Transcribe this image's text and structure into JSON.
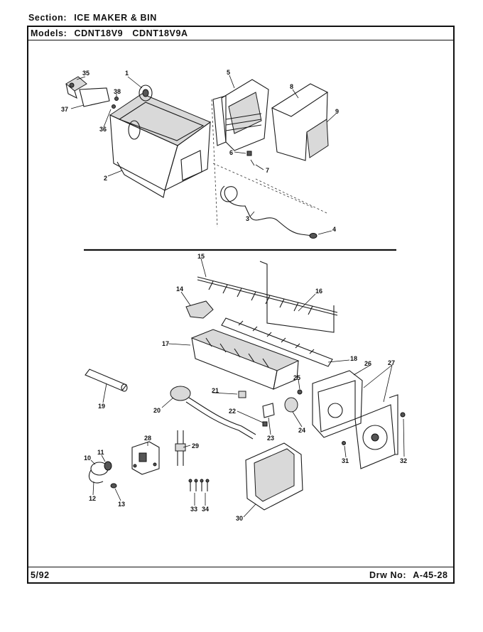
{
  "header": {
    "section_label": "Section:",
    "section_value": "ICE MAKER & BIN",
    "models_label": "Models:",
    "models": [
      "CDNT18V9",
      "CDNT18V9A"
    ]
  },
  "footer": {
    "date": "5/92",
    "drawing_label": "Drw No:",
    "drawing_number": "A-45-28"
  },
  "callouts": [
    "35",
    "1",
    "38",
    "37",
    "36",
    "2",
    "5",
    "8",
    "9",
    "6",
    "7",
    "3",
    "4",
    "15",
    "14",
    "16",
    "17",
    "18",
    "19",
    "21",
    "20",
    "22",
    "23",
    "25",
    "24",
    "26",
    "27",
    "28",
    "29",
    "11",
    "10",
    "12",
    "13",
    "33",
    "34",
    "30",
    "31",
    "32"
  ]
}
